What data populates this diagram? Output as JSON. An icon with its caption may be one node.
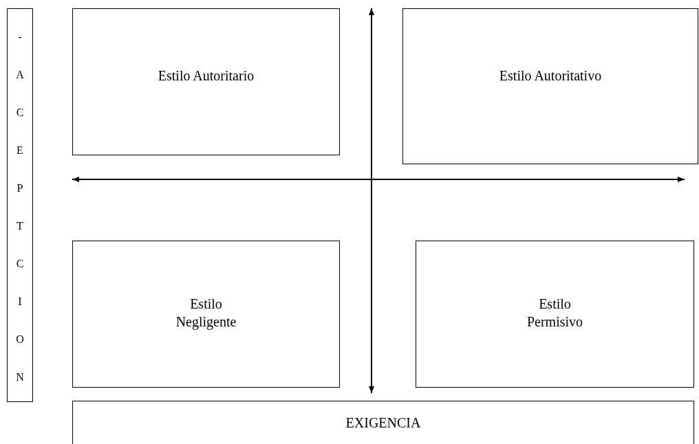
{
  "diagram": {
    "nodes": [
      {
        "text": [
          "-ACEPTCION"
        ]
      },
      {
        "text": [
          "Estilo Autoritario"
        ]
      },
      {
        "text": [
          "Estilo Autoritativo"
        ]
      },
      {
        "text": [
          "Estilo Negligente"
        ]
      },
      {
        "text": [
          "Estilo Permisivo"
        ]
      },
      {
        "text": [
          "EXIGENCIA"
        ]
      }
    ]
  }
}
